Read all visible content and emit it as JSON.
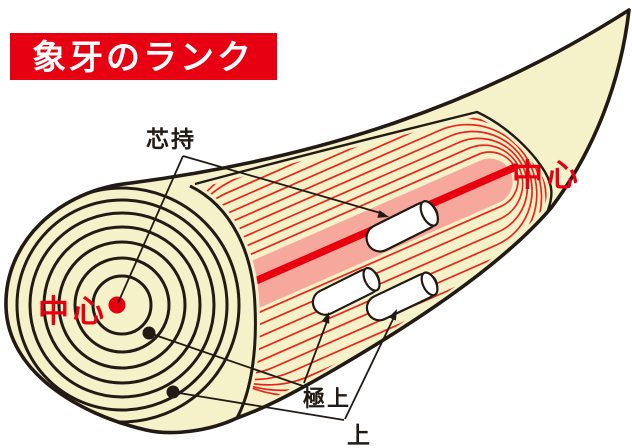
{
  "title": {
    "text": "象牙のランク"
  },
  "labels": {
    "shinmochi": "芯持",
    "chushin_left": "中心",
    "chushin_right": "中心",
    "gokujo": "極上",
    "jo": "上"
  },
  "colors": {
    "banner_red": "#e60012",
    "title_text": "#ffffff",
    "line_red": "#e8251a",
    "core_red": "#e8000f",
    "core_pink": "#f7a89c",
    "ivory": "#f5f2c9",
    "outline": "#221a14"
  }
}
